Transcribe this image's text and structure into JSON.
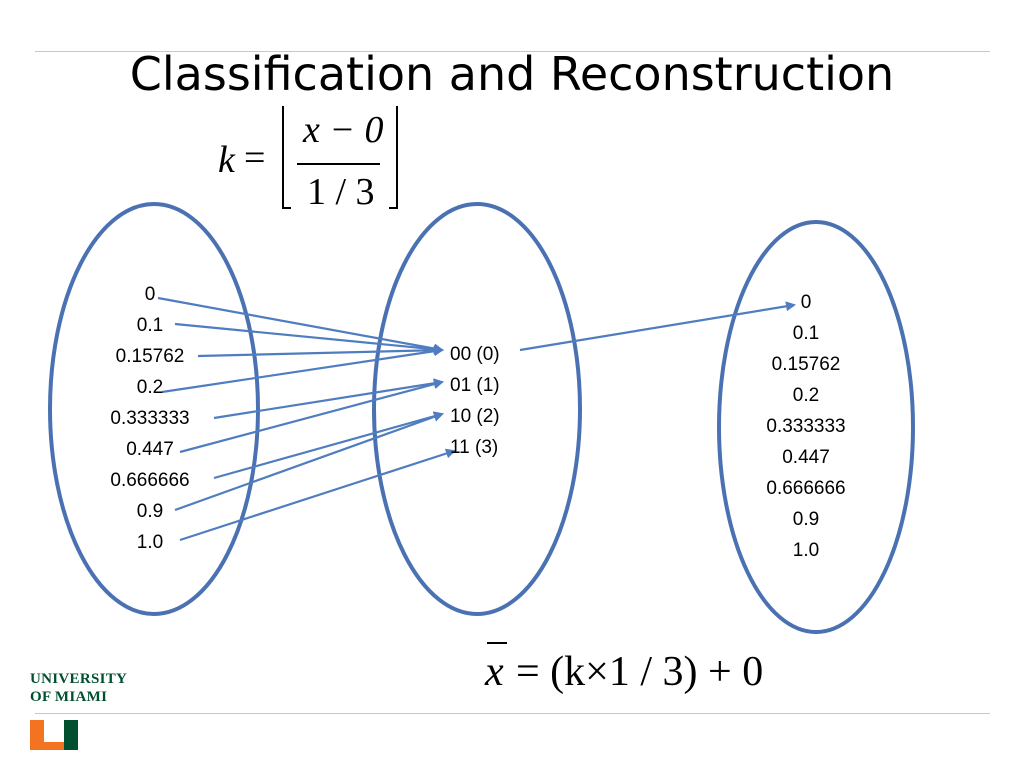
{
  "slide": {
    "title": "Classification and Reconstruction"
  },
  "equations": {
    "k_lhs": "k",
    "k_equals": "=",
    "k_numerator": "x − 0",
    "k_denominator": "1 / 3",
    "xbar_var": "x",
    "xbar_rhs": "= (k×1 / 3) + 0"
  },
  "input_values": [
    "0",
    "0.1",
    "0.15762",
    "0.2",
    "0.333333",
    "0.447",
    "0.666666",
    "0.9",
    "1.0"
  ],
  "codes": [
    "00 (0)",
    "01 (1)",
    "10 (2)",
    "11 (3)"
  ],
  "reconstructed_values": [
    "0",
    "0.1",
    "0.15762",
    "0.2",
    "0.333333",
    "0.447",
    "0.666666",
    "0.9",
    "1.0"
  ],
  "mappings": [
    {
      "from": "0",
      "to": "00 (0)"
    },
    {
      "from": "0.1",
      "to": "00 (0)"
    },
    {
      "from": "0.15762",
      "to": "00 (0)"
    },
    {
      "from": "0.2",
      "to": "00 (0)"
    },
    {
      "from": "0.333333",
      "to": "01 (1)"
    },
    {
      "from": "0.447",
      "to": "01 (1)"
    },
    {
      "from": "0.666666",
      "to": "10 (2)"
    },
    {
      "from": "0.9",
      "to": "10 (2)"
    },
    {
      "from": "1.0",
      "to": "11 (3)"
    },
    {
      "from": "00 (0)",
      "to": "0"
    }
  ],
  "logo": {
    "line1": "UNIVERSITY",
    "line2": "OF MIAMI",
    "green": "#005030",
    "orange": "#f47321"
  },
  "colors": {
    "ellipse_stroke": "#4a72b2",
    "arrow": "#4f7dbf"
  }
}
